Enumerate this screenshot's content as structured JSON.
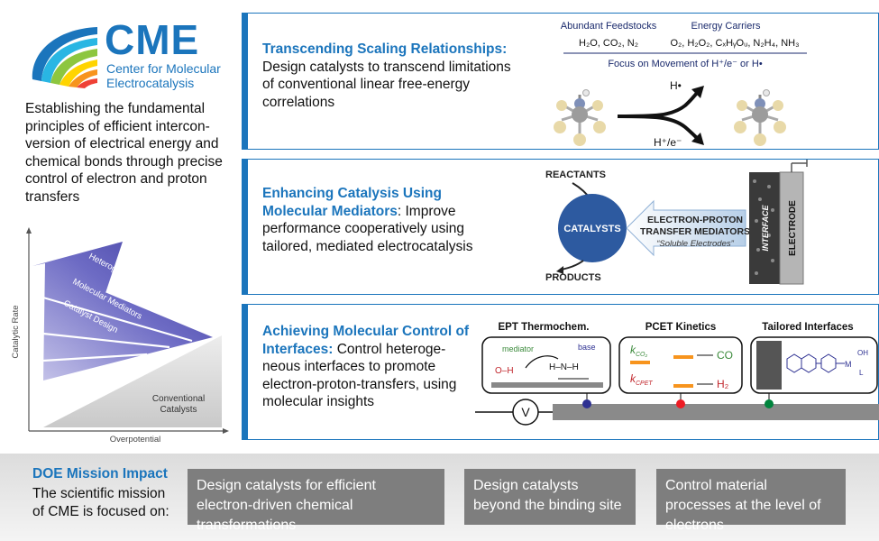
{
  "logo": {
    "title": "CME",
    "subtitle_line1": "Center for Molecular",
    "subtitle_line2": "Electrocatalysis",
    "colors": [
      "#1b75bc",
      "#29b6e3",
      "#8dc63f",
      "#ffd400",
      "#f7941d",
      "#ef4136"
    ]
  },
  "intro": "Establishing the fundamental principles of efficient intercon-version of electrical energy and chemical bonds through precise control of electron and proton transfers",
  "left_chart": {
    "y_axis_label": "Catalytic Rate",
    "x_axis_label": "Overpotential",
    "arrow_labels": [
      "Heterogeneous Interfaces",
      "Molecular Mediators",
      "Catalyst Design"
    ],
    "baseline_label_line1": "Conventional",
    "baseline_label_line2": "Catalysts"
  },
  "panel1": {
    "title": "Transcending Scaling Relationships:",
    "body": "Design catalysts to transcend limitations of conventional linear free-energy correlations",
    "figure": {
      "header_left": "Abundant Feedstocks",
      "header_right": "Energy Carriers",
      "feedstocks": "H₂O, CO₂, N₂",
      "carriers": "O₂, H₂O₂, CₓHᵧOᵤ, N₂H₄, NH₃",
      "focus": "Focus on Movement of H⁺/e⁻ or H•",
      "branch_top": "H•",
      "branch_bottom": "H⁺/e⁻"
    }
  },
  "panel2": {
    "title": "Enhancing Catalysis Using Molecular Mediators",
    "body": ": Improve performance cooperatively using tailored, mediated electrocatalysis",
    "figure": {
      "reactants": "REACTANTS",
      "products": "PRODUCTS",
      "catalysts": "CATALYSTS",
      "mediator_line1": "ELECTRON-PROTON",
      "mediator_line2": "TRANSFER MEDIATORS",
      "mediator_note": "“Soluble Electrodes”",
      "interface": "INTERFACE",
      "electrode": "ELECTRODE"
    }
  },
  "panel3": {
    "title": "Achieving Molecular Control of Interfaces:",
    "body": " Control heteroge-neous interfaces to promote electron-proton-transfers, using molecular insights",
    "figure": {
      "col1_title": "EPT Thermochem.",
      "col2_title": "PCET Kinetics",
      "col3_title": "Tailored Interfaces",
      "mediator": "mediator",
      "base": "base",
      "k_co2": "k",
      "k_co2_sub": "CO₂",
      "k_cpet": "k",
      "k_cpet_sub": "CPET",
      "product_co": "CO",
      "product_h2": "H₂",
      "voltmeter": "V",
      "dot_colors": [
        "#2e3192",
        "#ed1c24",
        "#00843d"
      ]
    }
  },
  "mission": {
    "title": "DOE Mission Impact",
    "text": "The scientific mission of CME is focused on:",
    "boxes": [
      "Design catalysts for efficient electron-driven chemical transformations",
      "Design catalysts beyond the binding site",
      "Control material processes at the level of electrons"
    ]
  }
}
